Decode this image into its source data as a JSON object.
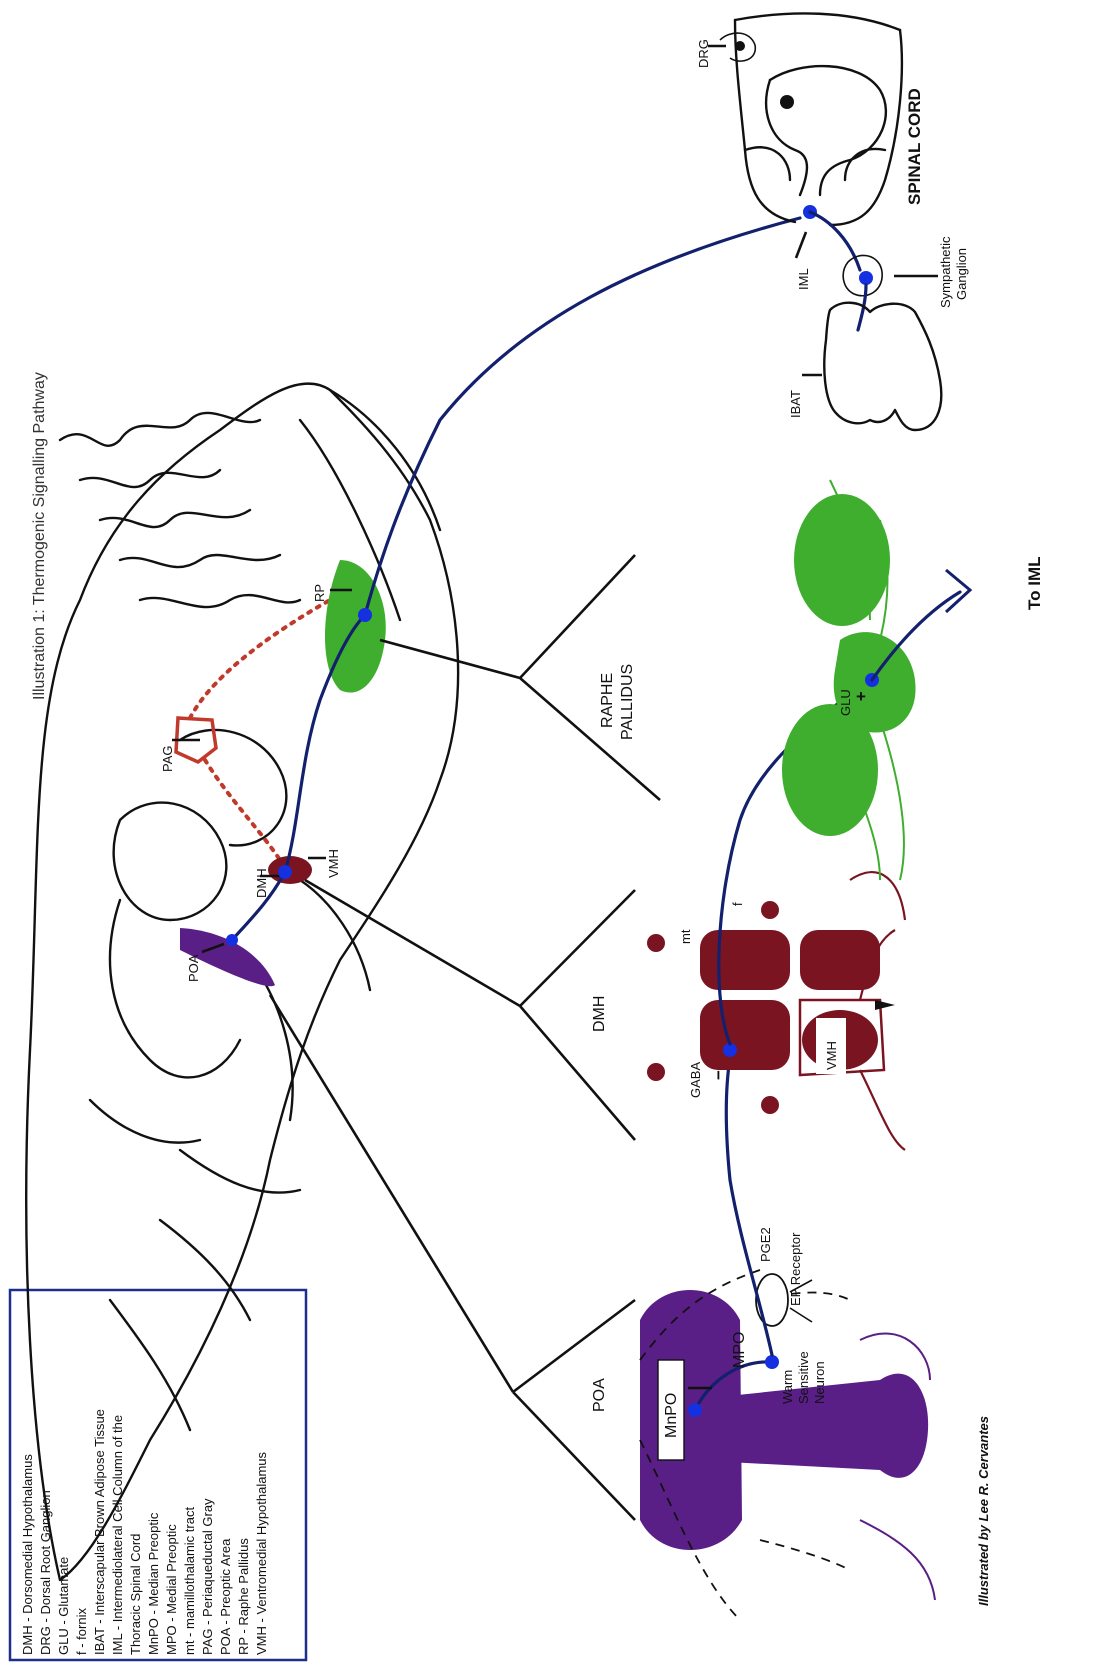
{
  "title": "Illustration 1: Thermogenic Signalling Pathway",
  "legend": [
    "DMH - Dorsomedial Hypothalamus",
    "DRG - Dorsal Root Ganglion",
    "GLU - Glutamate",
    "f - fornix",
    "IBAT - Interscapular Brown Adipose Tissue",
    "IML - Intermediolateral Cell Column of the",
    "Thoracic Spinal Cord",
    "MnPO - Median Preoptic",
    "MPO - Medial Preoptic",
    "mt - mamillothalamic tract",
    "PAG - Periaqueductal Gray",
    "POA - Preoptic Area",
    "RP - Raphe Pallidus",
    "VMH - Ventromedial Hypothalamus"
  ],
  "brain_labels": {
    "pag": "PAG",
    "rp": "RP",
    "dmh": "DMH",
    "vmh": "VMH",
    "poa": "POA"
  },
  "spinal": {
    "drg": "DRG",
    "spinal_cord": "SPINAL CORD",
    "iml": "IML",
    "sympathetic_1": "Sympathetic",
    "sympathetic_2": "Ganglion",
    "ibat": "IBAT"
  },
  "sections": {
    "raphe_1": "RAPHE",
    "raphe_2": "PALLIDUS",
    "dmh": "DMH",
    "poa": "POA"
  },
  "poa_detail": {
    "mnpo": "MnPO",
    "mpo": "MPO",
    "pge2": "PGE2",
    "ep_receptor": "EP Receptor",
    "warm_1": "Warm",
    "warm_2": "Sensitive",
    "warm_3": "Neuron"
  },
  "dmh_detail": {
    "gaba": "GABA",
    "minus": "−",
    "mt": "mt",
    "f": "f",
    "vmh": "VMH"
  },
  "rp_detail": {
    "glu": "GLU",
    "plus": "+",
    "to_iml": "To IML"
  },
  "credit": "Illustrated by Lee R. Cervantes",
  "colors": {
    "pathway": "#12206e",
    "neuron": "#1530e0",
    "raphe": "#3fae2f",
    "dmh": "#7a1420",
    "poa": "#5a1f86",
    "pag": "#c0392b"
  }
}
